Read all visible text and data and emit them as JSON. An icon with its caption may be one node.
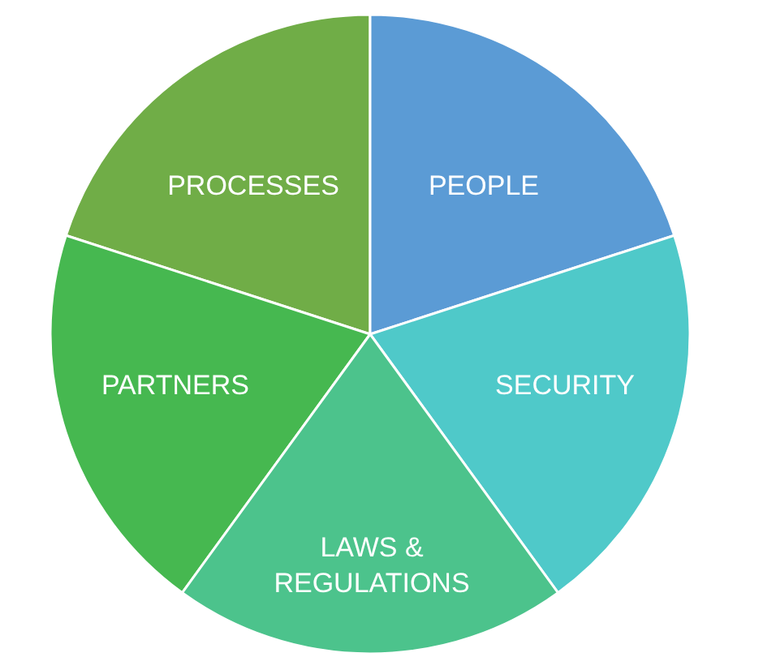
{
  "diagram": {
    "nodes": [
      {
        "text": [
          "PROCESSES"
        ]
      },
      {
        "text": [
          "PEOPLE"
        ]
      },
      {
        "text": [
          "PARTNERS"
        ]
      },
      {
        "text": [
          "SECURITY"
        ]
      },
      {
        "text": [
          "LAWS & REGULATIONS"
        ]
      }
    ]
  }
}
